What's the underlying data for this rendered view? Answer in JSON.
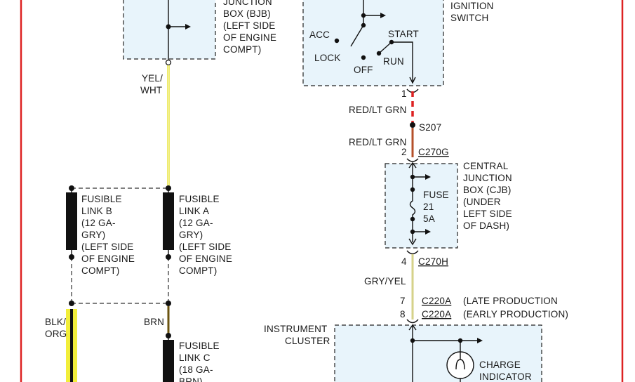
{
  "colors": {
    "border_red": "#dd2222",
    "wire_yellow": "#f2ee3a",
    "wire_yel_wht": "#eeeb6a",
    "wire_red": "#dd2222",
    "wire_brn": "#6b5410",
    "wire_gry_yel": "#d6d28a",
    "wire_blk_org_outer": "#f2ee3a",
    "wire_blk_org_inner": "#111111",
    "box_fill": "#e8f4fb"
  },
  "bjb": {
    "lines": [
      "JUNCTION",
      "BOX (BJB)",
      "(LEFT SIDE",
      "OF ENGINE",
      "COMPT)"
    ]
  },
  "wire_yel_wht": {
    "lines": [
      "YEL/",
      "WHT"
    ]
  },
  "ignition": {
    "title_lines": [
      "IGNITION",
      "SWITCH"
    ],
    "acc": "ACC",
    "lock": "LOCK",
    "off": "OFF",
    "start": "START",
    "run": "RUN",
    "pin": "1"
  },
  "wire_top": {
    "color_label_1": "RED/LT GRN",
    "splice": "S207",
    "color_label_2": "RED/LT GRN",
    "pin": "2",
    "connector": "C270G"
  },
  "cjb": {
    "label_lines": [
      "CENTRAL",
      "JUNCTION",
      "BOX (CJB)",
      "(UNDER",
      "LEFT SIDE",
      "OF DASH)"
    ],
    "fuse_lines": [
      "FUSE",
      "21",
      "5A"
    ],
    "pin": "4",
    "connector": "C270H"
  },
  "wire_gry_yel": {
    "label": "GRY/YEL"
  },
  "cluster_connectors": [
    {
      "pin": "7",
      "connector": "C220A",
      "note": "(LATE PRODUCTION"
    },
    {
      "pin": "8",
      "connector": "C220A",
      "note": "(EARLY PRODUCTION)"
    }
  ],
  "instrument_cluster": {
    "label_lines": [
      "INSTRUMENT",
      "CLUSTER"
    ],
    "indicator_lines": [
      "CHARGE",
      "INDICATOR"
    ]
  },
  "fusible_link_b": {
    "lines": [
      "FUSIBLE",
      "LINK B",
      "(12 GA-",
      "GRY)",
      "(LEFT SIDE",
      "OF ENGINE",
      "COMPT)"
    ]
  },
  "fusible_link_a": {
    "lines": [
      "FUSIBLE",
      "LINK A",
      "(12 GA-",
      "GRY)",
      "(LEFT SIDE",
      "OF ENGINE",
      "COMPT)"
    ]
  },
  "wire_blk_org": {
    "lines": [
      "BLK/",
      "ORG"
    ]
  },
  "wire_brn": {
    "label": "BRN"
  },
  "fusible_link_c": {
    "lines": [
      "FUSIBLE",
      "LINK C",
      "(18 GA-",
      "BRN)"
    ]
  }
}
